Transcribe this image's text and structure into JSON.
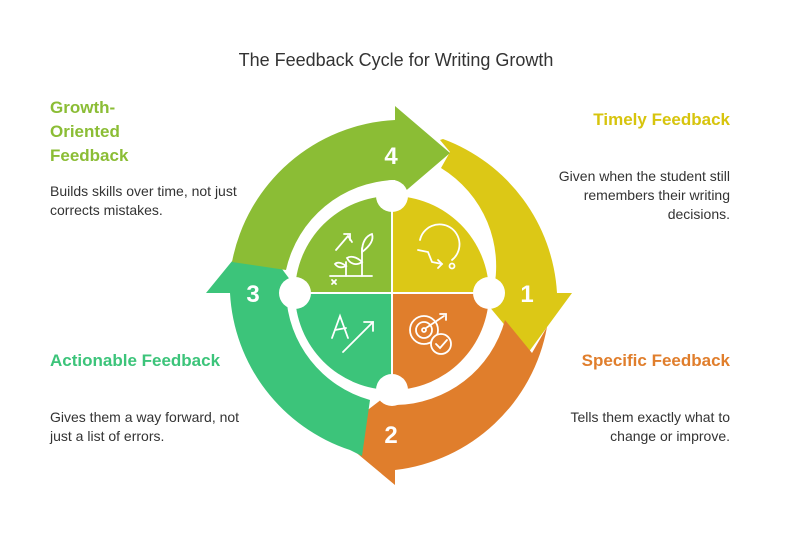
{
  "title": "The Feedback Cycle for Writing Growth",
  "colors": {
    "timely": "#dcc816",
    "specific": "#e07e2c",
    "actionable": "#3cc47a",
    "growth": "#8bbd35"
  },
  "stages": [
    {
      "number": "1",
      "title": "Timely Feedback",
      "description": "Given when the student still remembers their writing decisions.",
      "icon": "clock-arrow-icon"
    },
    {
      "number": "2",
      "title": "Specific Feedback",
      "description": "Tells them exactly what to change or improve.",
      "icon": "target-check-icon"
    },
    {
      "number": "3",
      "title": "Actionable Feedback",
      "description": "Gives them a way forward, not just a list of errors.",
      "icon": "letter-arrow-icon"
    },
    {
      "number": "4",
      "title": "Growth-Oriented Feedback",
      "description": "Builds skills over time, not just corrects mistakes.",
      "icon": "growing-plants-icon"
    }
  ]
}
